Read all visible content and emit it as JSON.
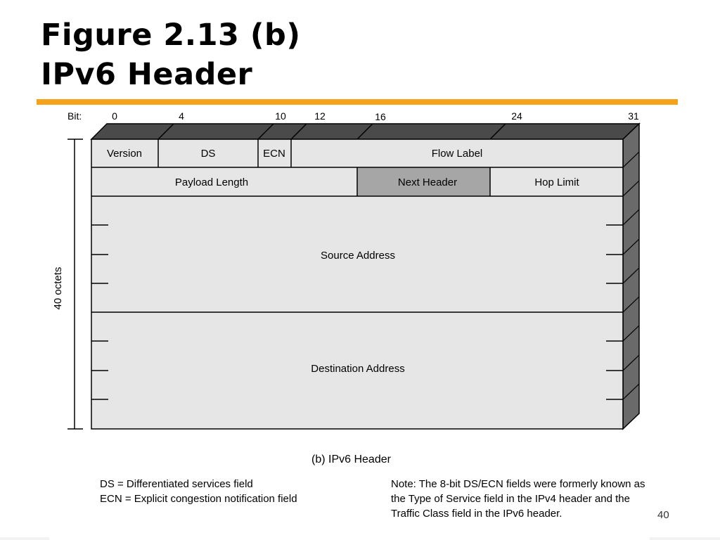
{
  "slide": {
    "title_line1": "Figure 2.13 (b)",
    "title_line2": "IPv6 Header",
    "page_number": "40",
    "accent_color": "#f7a21b"
  },
  "diagram": {
    "bit_label": "Bit:",
    "bit_ticks": [
      "0",
      "4",
      "10",
      "12",
      "16",
      "24",
      "31"
    ],
    "side_label": "40 octets",
    "row1": {
      "version": "Version",
      "ds": "DS",
      "ecn": "ECN",
      "flow_label": "Flow Label"
    },
    "row2": {
      "payload_length": "Payload Length",
      "next_header": "Next Header",
      "hop_limit": "Hop Limit"
    },
    "source_address": "Source Address",
    "destination_address": "Destination Address",
    "caption": "(b) IPv6 Header",
    "legend": [
      "DS = Differentiated services field",
      "ECN = Explicit congestion notification field"
    ],
    "note": "Note: The 8-bit DS/ECN fields were formerly known as the Type of Service field in the IPv4 header and the Traffic Class field in the IPv6 header.",
    "colors": {
      "field_fill": "#e6e6e6",
      "highlight_fill": "#a6a6a6",
      "top_face": "#4a4a4a",
      "side_face": "#6a6a6a"
    }
  }
}
